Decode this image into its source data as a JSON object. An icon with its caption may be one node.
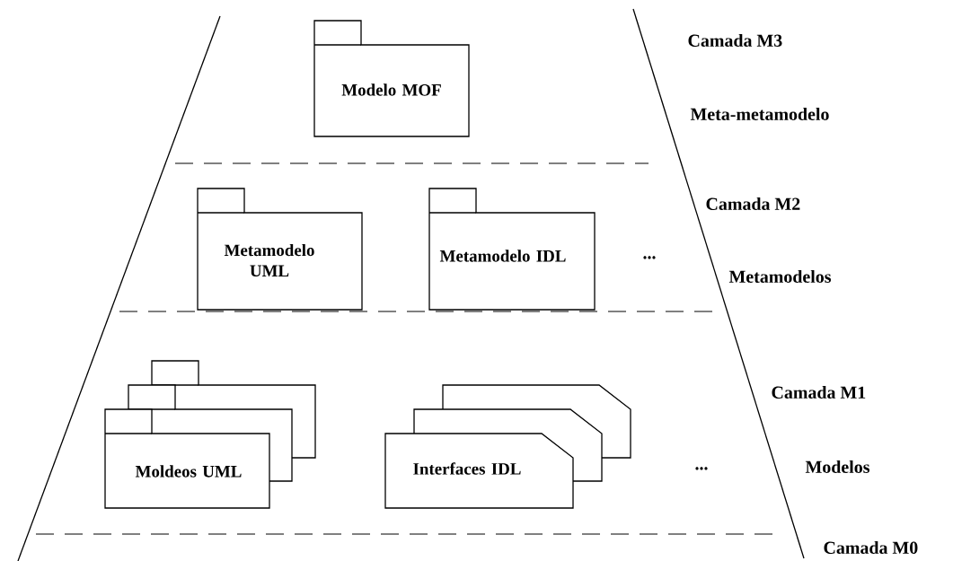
{
  "diagram": {
    "nodes": [
      {
        "text": [
          "Modelo MOF"
        ]
      },
      {
        "text": [
          "Metamodelo UML"
        ]
      },
      {
        "text": [
          "Metamodelo IDL"
        ]
      },
      {
        "text": [
          "Moldeos UML"
        ]
      },
      {
        "text": [
          "Interfaces IDL"
        ]
      }
    ],
    "labels": [
      "Camada M3",
      "Meta-metamodelo",
      "Camada M2",
      "...",
      "Metamodelos",
      "Camada M1",
      "...",
      "Modelos",
      "Camada M0"
    ]
  }
}
